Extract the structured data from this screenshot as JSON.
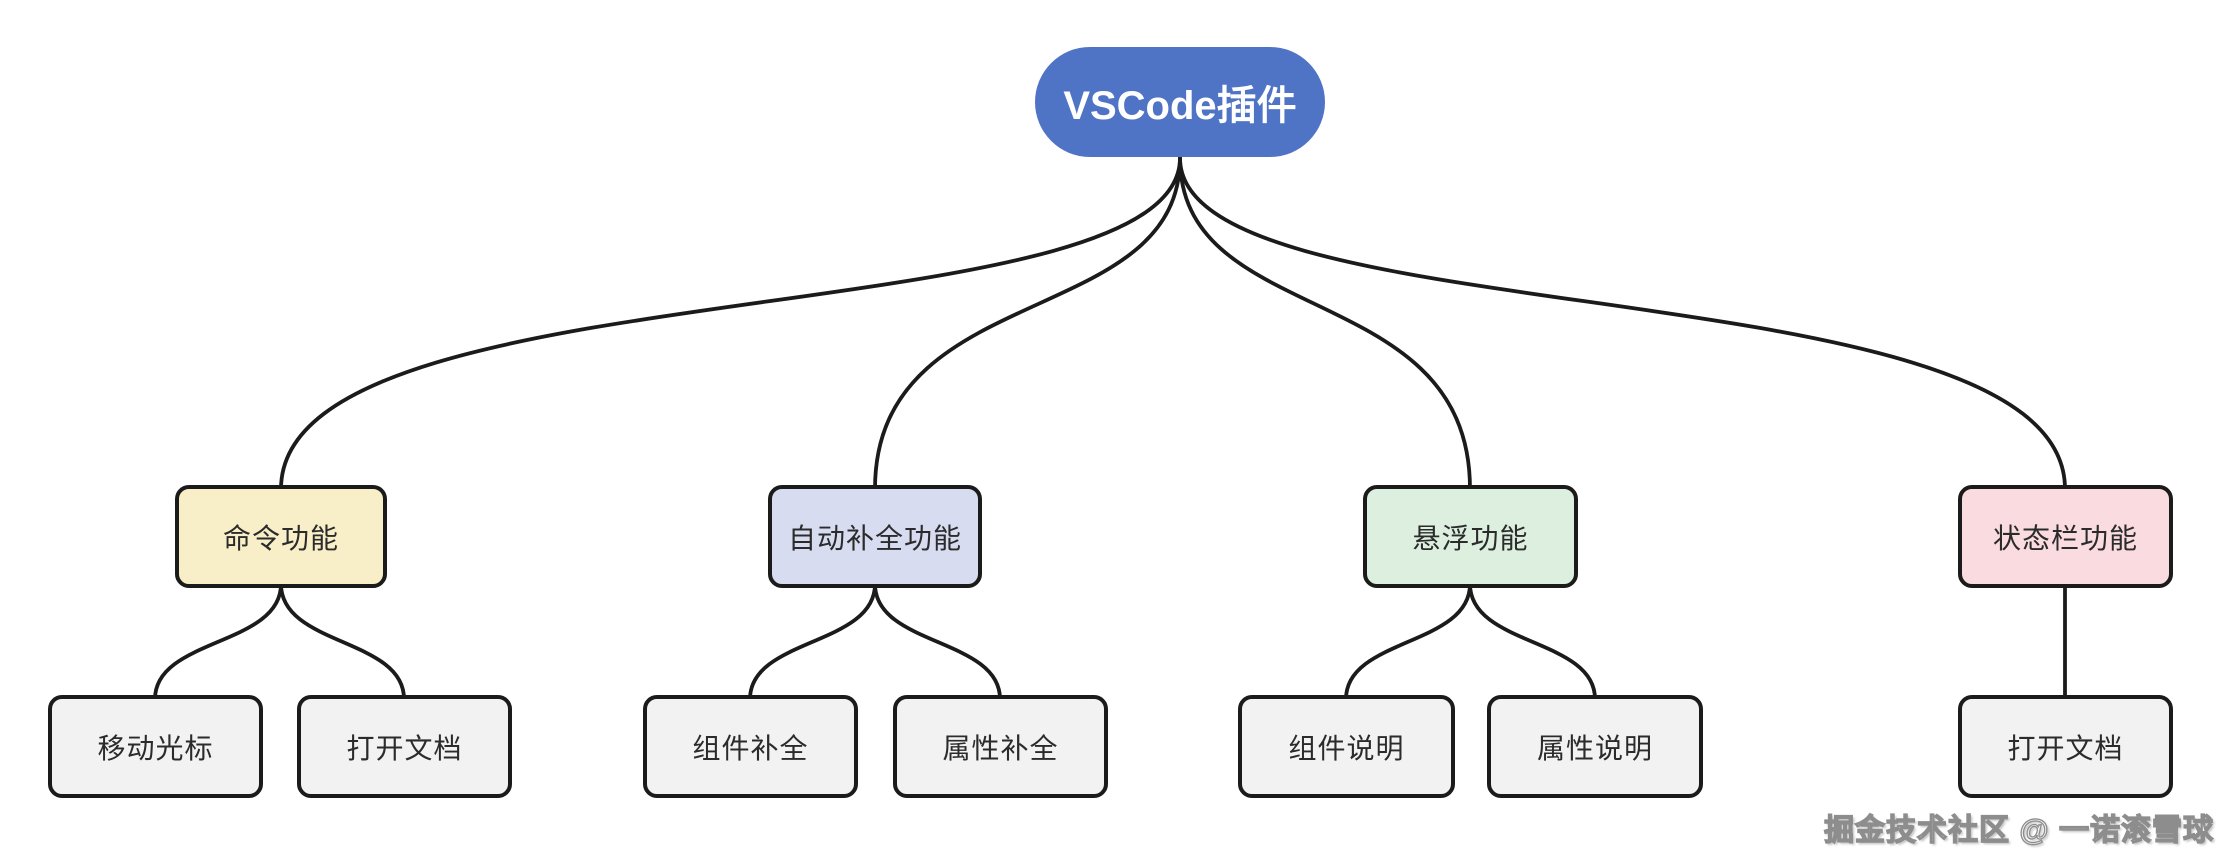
{
  "title": "VSCode插件",
  "watermark": "掘金技术社区 @ 一诺滚雪球",
  "colors": {
    "root_bg": "#5074c5",
    "root_text": "#ffffff",
    "stroke": "#1b1b1b",
    "cmd_bg": "#f8efc8",
    "autocomplete_bg": "#d8dcf0",
    "hover_bg": "#ddf0e0",
    "statusbar_bg": "#fadce0",
    "leaf_bg": "#f2f2f2"
  },
  "tree": {
    "root": "VSCode插件",
    "branches": [
      {
        "label": "命令功能",
        "children": [
          "移动光标",
          "打开文档"
        ]
      },
      {
        "label": "自动补全功能",
        "children": [
          "组件补全",
          "属性补全"
        ]
      },
      {
        "label": "悬浮功能",
        "children": [
          "组件说明",
          "属性说明"
        ]
      },
      {
        "label": "状态栏功能",
        "children": [
          "打开文档"
        ]
      }
    ]
  }
}
